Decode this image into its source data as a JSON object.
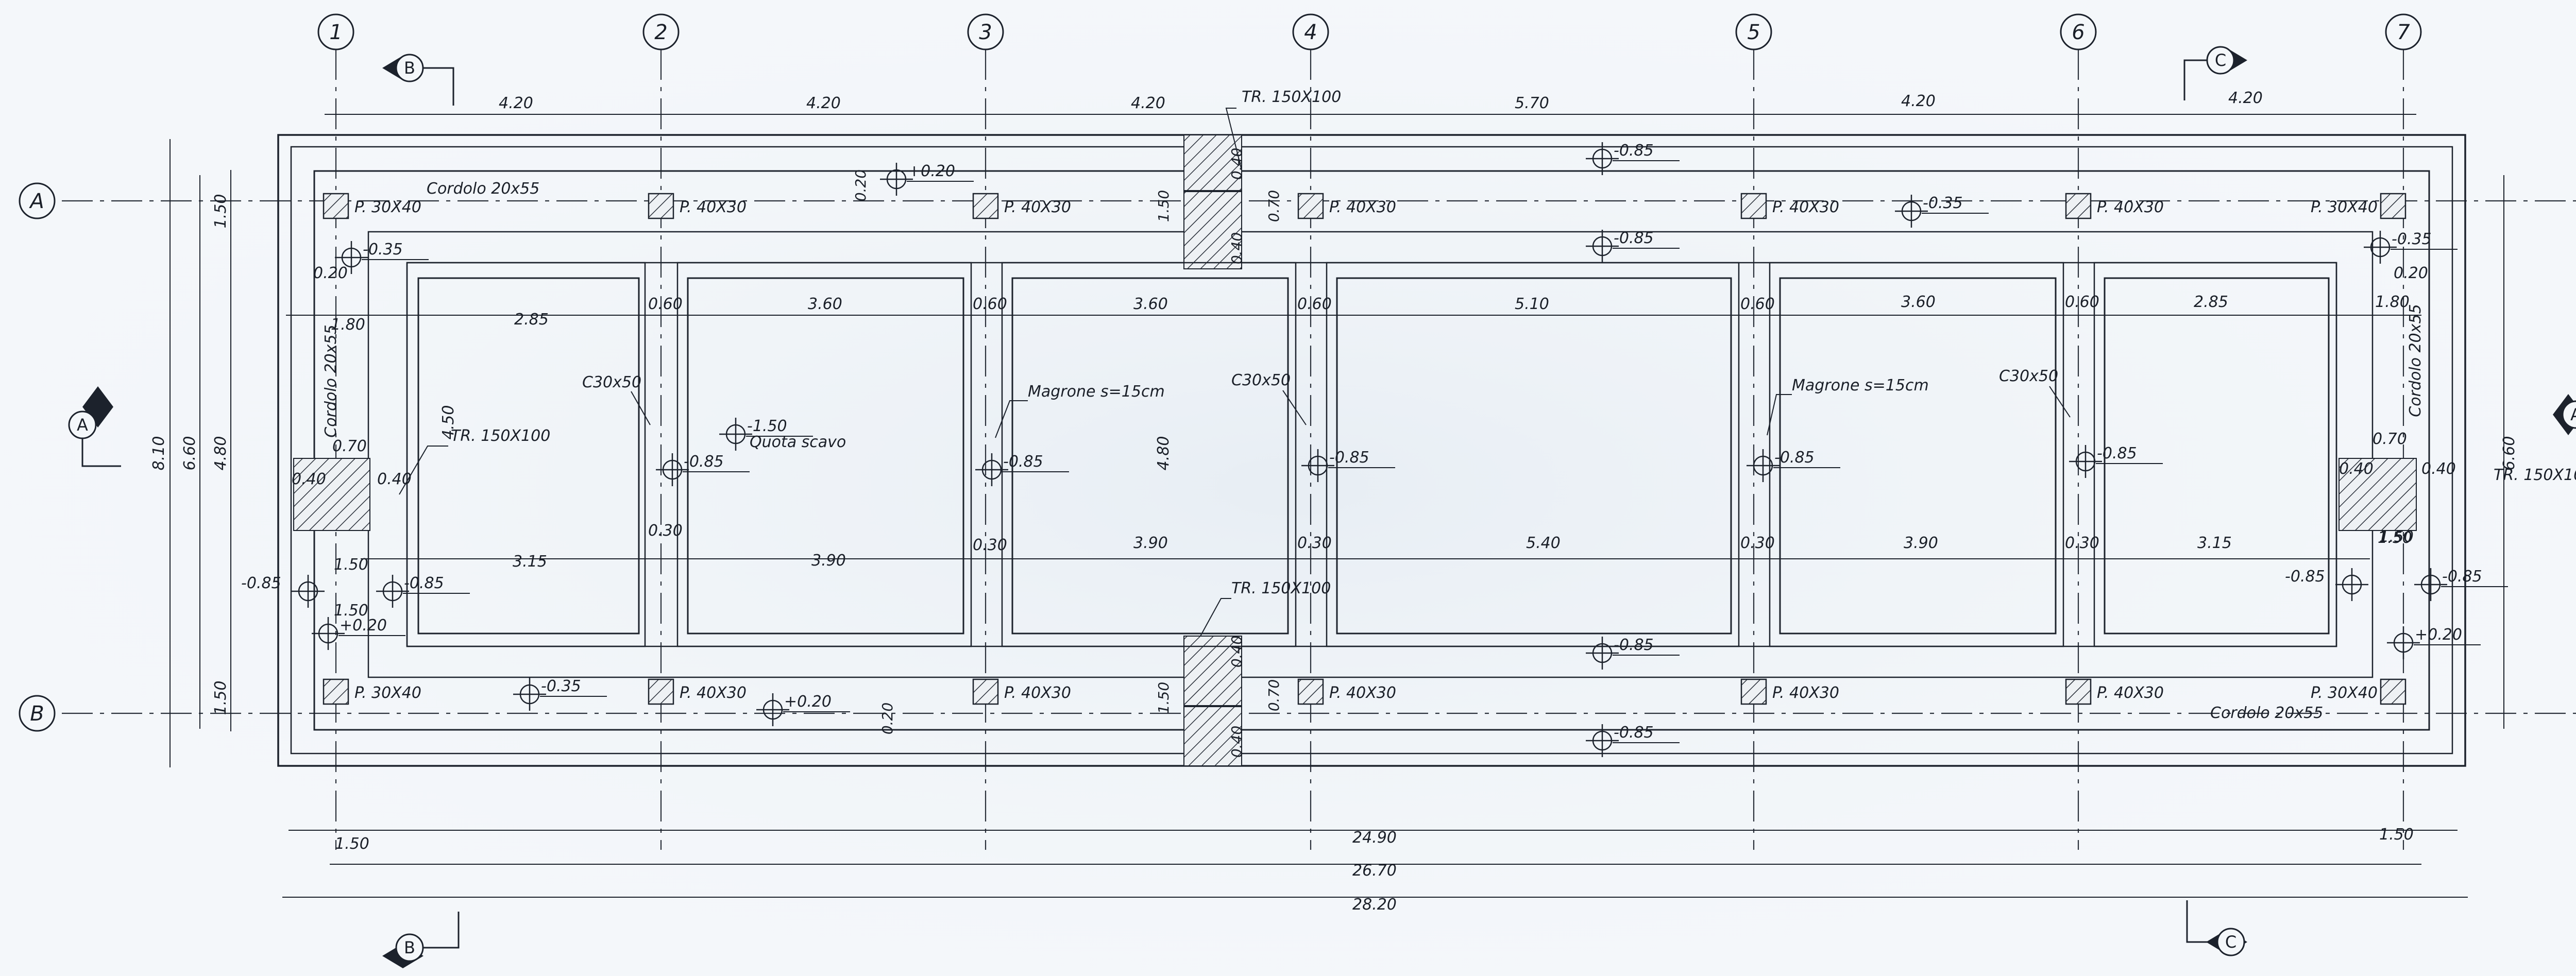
{
  "axes_numbers": [
    "1",
    "2",
    "3",
    "4",
    "5",
    "6",
    "7"
  ],
  "axes_letters": [
    "A",
    "B"
  ],
  "section_marks": {
    "b": "B",
    "c": "C",
    "a": "A"
  },
  "top_dims": [
    "4.20",
    "4.20",
    "4.20",
    "5.70",
    "4.20",
    "4.20"
  ],
  "upper_label_row": {
    "bay1": "2.85",
    "bay2": "3.60",
    "bay3": "3.60",
    "bay4": "5.10",
    "bay5": "3.60",
    "bay6": "2.85",
    "gap": "0.60",
    "edge_left": "1.80",
    "edge_right": "1.80"
  },
  "lower_label_row": {
    "bay1": "3.15",
    "bay2": "3.90",
    "bay3": "3.90",
    "bay4": "5.40",
    "bay5": "3.90",
    "bay6": "3.15",
    "gap": "0.30",
    "edge_left": "1.50",
    "edge_right": "1.50"
  },
  "left_dims": {
    "overall": "8.10",
    "mid": "6.60",
    "inner": "4.80",
    "top": "1.50",
    "bottom": "1.50"
  },
  "right_dims": {
    "overall": "6.60"
  },
  "pillars": {
    "corner": "P. 30X40",
    "standard": "P. 40X30"
  },
  "cordolo": "Cordolo 20x55",
  "trench": "TR. 150X100",
  "column": "C30x50",
  "magrone": "Magrone s=15cm",
  "quota_scavo": "Quota scavo",
  "levels": {
    "top_plus": "+0.20",
    "minus_035": "-0.35",
    "minus_085": "-0.85",
    "minus_150": "-1.50",
    "plus_020": "+0.20"
  },
  "small_dims": {
    "d020": "0.20",
    "d040": "0.40",
    "d070": "0.70",
    "d150": "1.50",
    "d450": "4.50",
    "d480": "4.80"
  },
  "bottom_dims": {
    "left": "1.50",
    "right": "1.50",
    "d2490": "24.90",
    "d2670": "26.70",
    "d2820": "28.20"
  }
}
